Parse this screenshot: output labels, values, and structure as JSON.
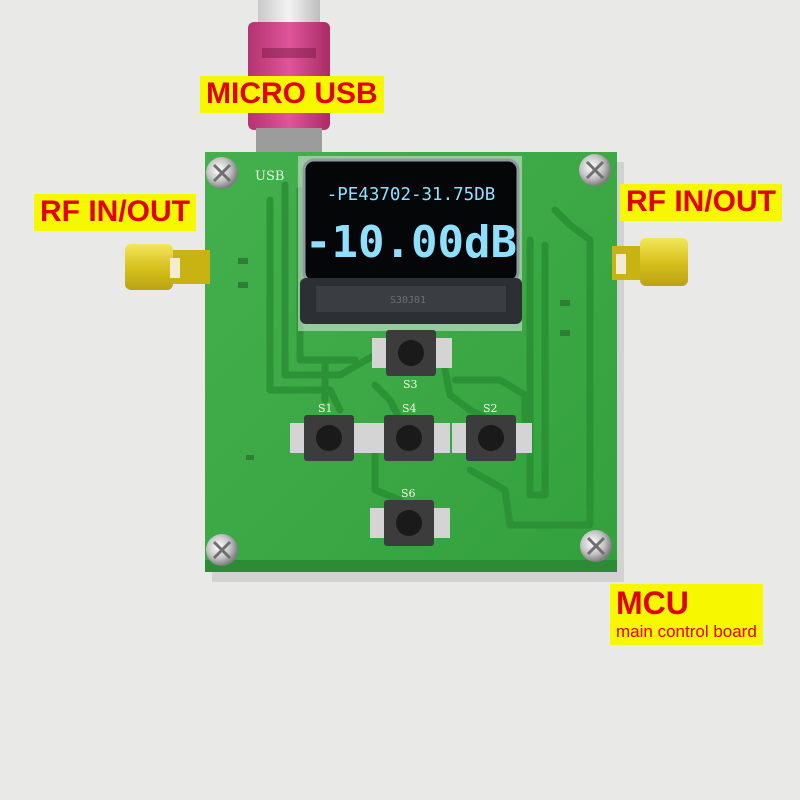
{
  "callouts": {
    "micro_usb": "MICRO USB",
    "rf_left": "RF IN/OUT",
    "rf_right": "RF IN/OUT",
    "mcu_title": "MCU",
    "mcu_subtitle": "main control board"
  },
  "oled": {
    "line1": "-PE43702-31.75DB",
    "line2": "-10.00dB"
  },
  "silkscreen": {
    "usb": "USB",
    "s1": "S1",
    "s2": "S2",
    "s3": "S3",
    "s4": "S4",
    "s6": "S6"
  },
  "colors": {
    "pcb": "#3aa844",
    "callout_bg": "#f7f700",
    "callout_text": "#e00000",
    "oled_text": "#8fe0ff",
    "connector": "#e8d62a"
  }
}
